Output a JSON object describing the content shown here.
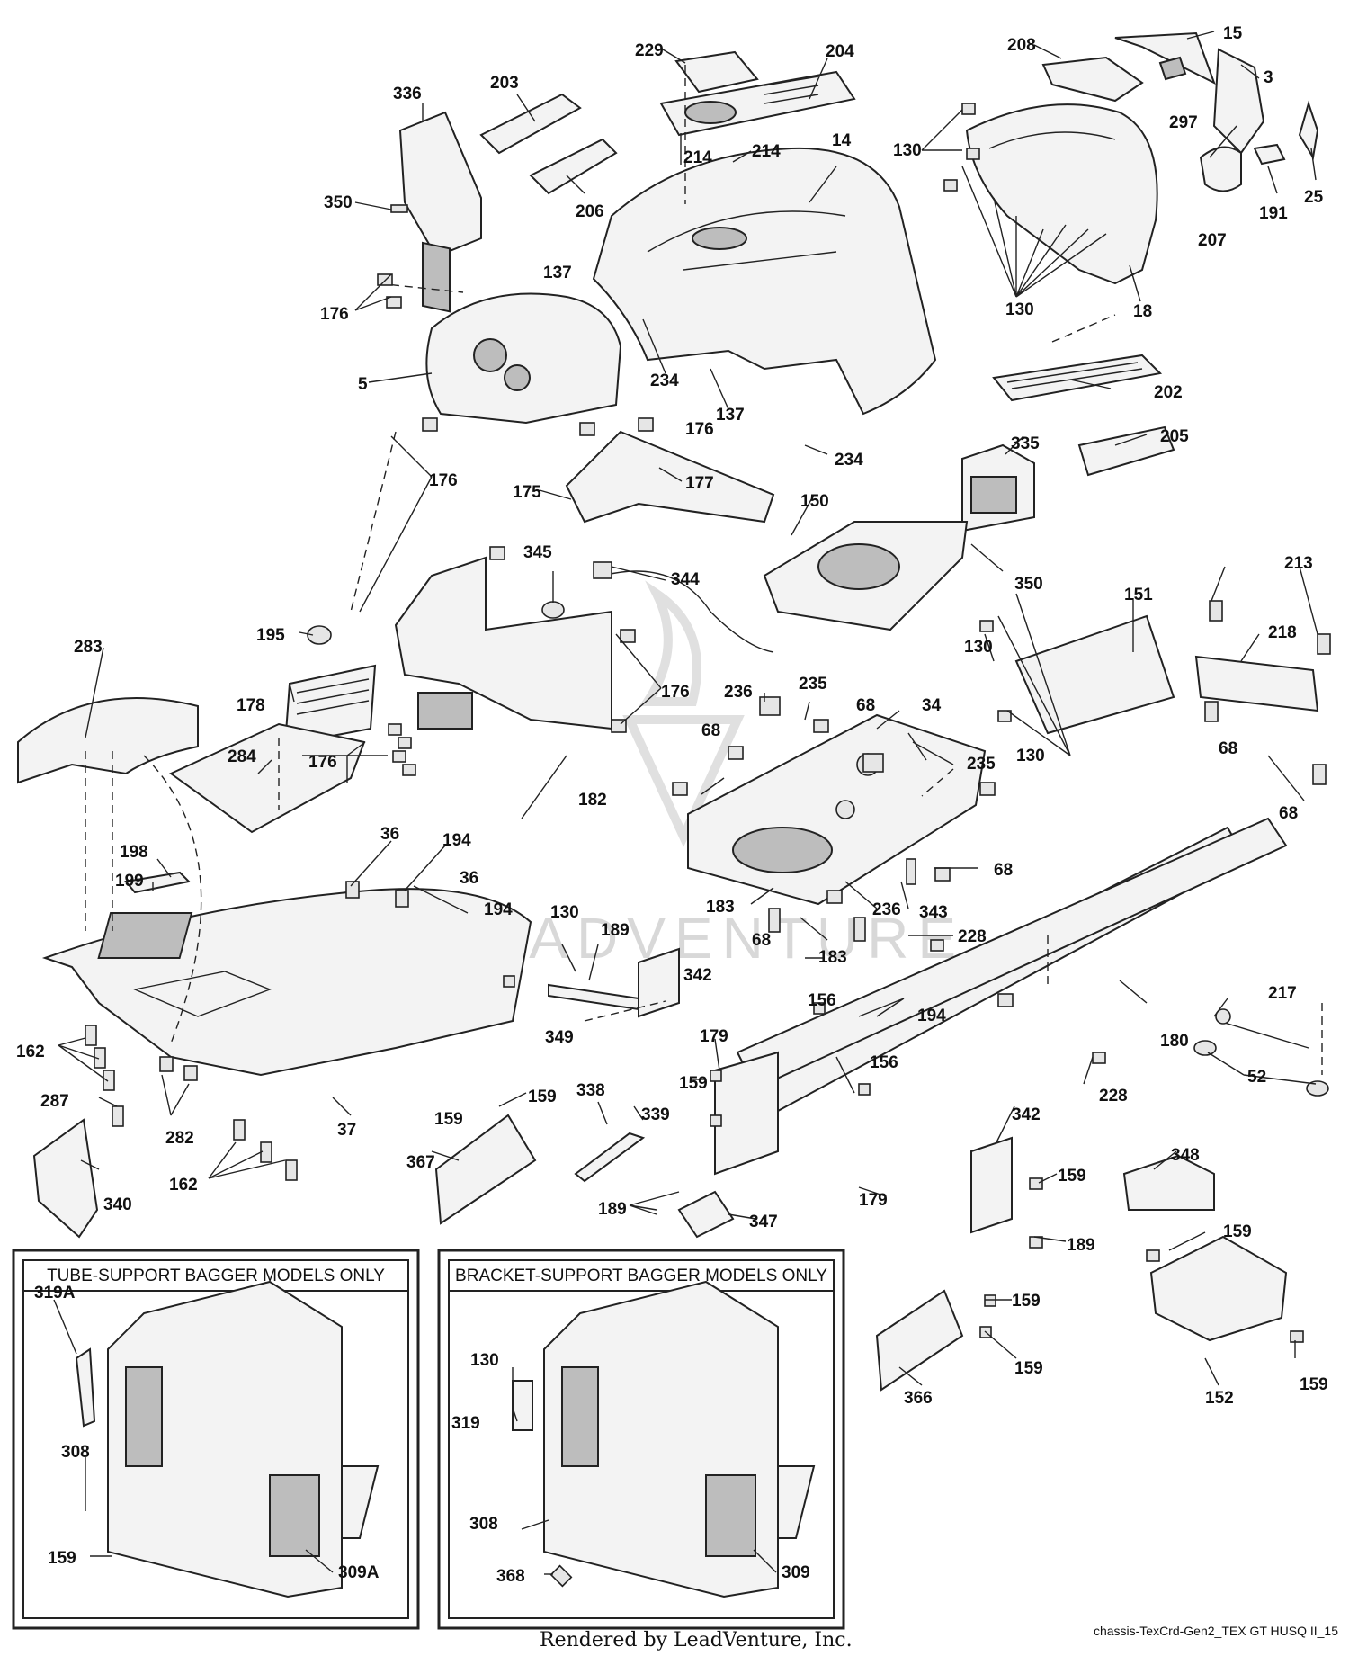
{
  "diagram": {
    "inset_left_title": "TUBE-SUPPORT BAGGER MODELS ONLY",
    "inset_right_title": "BRACKET-SUPPORT BAGGER MODELS ONLY",
    "footer_credit": "Rendered by LeadVenture, Inc.",
    "footer_code": "chassis-TexCrd-Gen2_TEX GT HUSQ II_15",
    "watermark": "LEADVENTURE"
  },
  "callouts": [
    {
      "id": "c229",
      "text": "229"
    },
    {
      "id": "c204",
      "text": "204"
    },
    {
      "id": "c203",
      "text": "203"
    },
    {
      "id": "c336",
      "text": "336"
    },
    {
      "id": "c214a",
      "text": "214"
    },
    {
      "id": "c214b",
      "text": "214"
    },
    {
      "id": "c14",
      "text": "14"
    },
    {
      "id": "c206",
      "text": "206"
    },
    {
      "id": "c350a",
      "text": "350"
    },
    {
      "id": "c208",
      "text": "208"
    },
    {
      "id": "c15",
      "text": "15"
    },
    {
      "id": "c3",
      "text": "3"
    },
    {
      "id": "c130a",
      "text": "130"
    },
    {
      "id": "c297",
      "text": "297"
    },
    {
      "id": "c25",
      "text": "25"
    },
    {
      "id": "c191",
      "text": "191"
    },
    {
      "id": "c207",
      "text": "207"
    },
    {
      "id": "c130b",
      "text": "130"
    },
    {
      "id": "c18",
      "text": "18"
    },
    {
      "id": "c137a",
      "text": "137"
    },
    {
      "id": "c176a",
      "text": "176"
    },
    {
      "id": "c5",
      "text": "5"
    },
    {
      "id": "c234a",
      "text": "234"
    },
    {
      "id": "c137b",
      "text": "137"
    },
    {
      "id": "c176b",
      "text": "176"
    },
    {
      "id": "c202",
      "text": "202"
    },
    {
      "id": "c234b",
      "text": "234"
    },
    {
      "id": "c335",
      "text": "335"
    },
    {
      "id": "c205",
      "text": "205"
    },
    {
      "id": "c176c",
      "text": "176"
    },
    {
      "id": "c177",
      "text": "177"
    },
    {
      "id": "c175",
      "text": "175"
    },
    {
      "id": "c150",
      "text": "150"
    },
    {
      "id": "c350b",
      "text": "350"
    },
    {
      "id": "c345",
      "text": "345"
    },
    {
      "id": "c344",
      "text": "344"
    },
    {
      "id": "c213",
      "text": "213"
    },
    {
      "id": "c151",
      "text": "151"
    },
    {
      "id": "c218",
      "text": "218"
    },
    {
      "id": "c195",
      "text": "195"
    },
    {
      "id": "c130c",
      "text": "130"
    },
    {
      "id": "c283",
      "text": "283"
    },
    {
      "id": "c178",
      "text": "178"
    },
    {
      "id": "c176d",
      "text": "176"
    },
    {
      "id": "c236a",
      "text": "236"
    },
    {
      "id": "c235a",
      "text": "235"
    },
    {
      "id": "c68a",
      "text": "68"
    },
    {
      "id": "c34",
      "text": "34"
    },
    {
      "id": "c130d",
      "text": "130"
    },
    {
      "id": "c68b",
      "text": "68"
    },
    {
      "id": "c284",
      "text": "284"
    },
    {
      "id": "c176e",
      "text": "176"
    },
    {
      "id": "c68c",
      "text": "68"
    },
    {
      "id": "c235b",
      "text": "235"
    },
    {
      "id": "c182",
      "text": "182"
    },
    {
      "id": "c68d",
      "text": "68"
    },
    {
      "id": "c36a",
      "text": "36"
    },
    {
      "id": "c194a",
      "text": "194"
    },
    {
      "id": "c198",
      "text": "198"
    },
    {
      "id": "c36b",
      "text": "36"
    },
    {
      "id": "c68e",
      "text": "68"
    },
    {
      "id": "c199",
      "text": "199"
    },
    {
      "id": "c183a",
      "text": "183"
    },
    {
      "id": "c236b",
      "text": "236"
    },
    {
      "id": "c343",
      "text": "343"
    },
    {
      "id": "c194b",
      "text": "194"
    },
    {
      "id": "c130e",
      "text": "130"
    },
    {
      "id": "c189a",
      "text": "189"
    },
    {
      "id": "c68f",
      "text": "68"
    },
    {
      "id": "c183b",
      "text": "183"
    },
    {
      "id": "c228a",
      "text": "228"
    },
    {
      "id": "c342a",
      "text": "342"
    },
    {
      "id": "c156a",
      "text": "156"
    },
    {
      "id": "c217",
      "text": "217"
    },
    {
      "id": "c349",
      "text": "349"
    },
    {
      "id": "c194c",
      "text": "194"
    },
    {
      "id": "c180",
      "text": "180"
    },
    {
      "id": "c162a",
      "text": "162"
    },
    {
      "id": "c179a",
      "text": "179"
    },
    {
      "id": "c52",
      "text": "52"
    },
    {
      "id": "c156b",
      "text": "156"
    },
    {
      "id": "c228b",
      "text": "228"
    },
    {
      "id": "c287",
      "text": "287"
    },
    {
      "id": "c159a",
      "text": "159"
    },
    {
      "id": "c338",
      "text": "338"
    },
    {
      "id": "c159b",
      "text": "159"
    },
    {
      "id": "c339",
      "text": "339"
    },
    {
      "id": "c159c",
      "text": "159"
    },
    {
      "id": "c282",
      "text": "282"
    },
    {
      "id": "c37",
      "text": "37"
    },
    {
      "id": "c342b",
      "text": "342"
    },
    {
      "id": "c367",
      "text": "367"
    },
    {
      "id": "c348",
      "text": "348"
    },
    {
      "id": "c159d",
      "text": "159"
    },
    {
      "id": "c340",
      "text": "340"
    },
    {
      "id": "c162b",
      "text": "162"
    },
    {
      "id": "c179b",
      "text": "179"
    },
    {
      "id": "c189b",
      "text": "189"
    },
    {
      "id": "c347",
      "text": "347"
    },
    {
      "id": "c189c",
      "text": "189"
    },
    {
      "id": "c159e",
      "text": "159"
    },
    {
      "id": "c319A",
      "text": "319A"
    },
    {
      "id": "c130f",
      "text": "130"
    },
    {
      "id": "c159f",
      "text": "159"
    },
    {
      "id": "c319",
      "text": "319"
    },
    {
      "id": "c159g",
      "text": "159"
    },
    {
      "id": "c366",
      "text": "366"
    },
    {
      "id": "c152",
      "text": "152"
    },
    {
      "id": "c159h",
      "text": "159"
    },
    {
      "id": "c308a",
      "text": "308"
    },
    {
      "id": "c308b",
      "text": "308"
    },
    {
      "id": "c159i",
      "text": "159"
    },
    {
      "id": "c368",
      "text": "368"
    },
    {
      "id": "c309A",
      "text": "309A"
    },
    {
      "id": "c309",
      "text": "309"
    }
  ]
}
